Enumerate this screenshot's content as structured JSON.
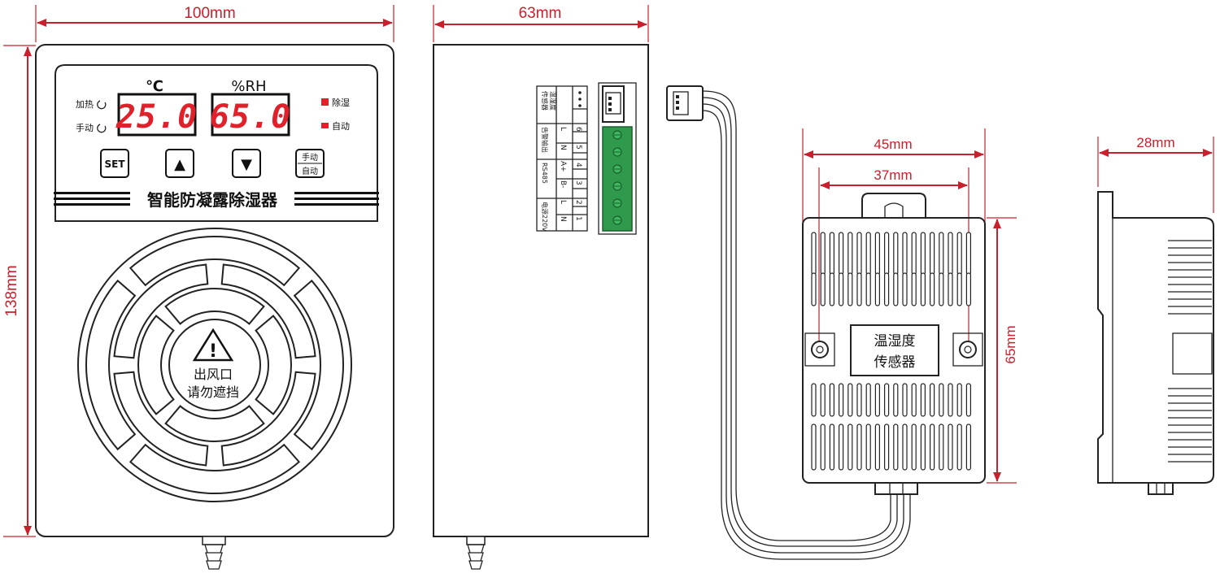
{
  "dimensions": {
    "front_width": "100mm",
    "front_height": "138mm",
    "side_width": "63mm",
    "sensor_width": "45mm",
    "sensor_hole_spacing": "37mm",
    "sensor_height": "65mm",
    "sensor_depth": "28mm"
  },
  "panel": {
    "temp_unit": "℃",
    "humidity_unit": "%RH",
    "temp_value": "25.0",
    "humidity_value": "65.0",
    "heat_label": "加热",
    "manual_label": "手动",
    "dehumidify_label": "除湿",
    "auto_label": "自动",
    "set_button": "SET",
    "up_button": "▲",
    "down_button": "▼",
    "mode_button_top": "手动",
    "mode_button_bottom": "自动",
    "product_name": "智能防凝露除湿器"
  },
  "fan": {
    "warning_symbol": "!",
    "warning_line1": "出风口",
    "warning_line2": "请勿遮挡"
  },
  "terminal_label": {
    "sensor_label_a": "温湿度",
    "sensor_label_b": "传感器",
    "terminal_numbers": [
      "6",
      "5",
      "4",
      "3",
      "2",
      "1"
    ],
    "pin_labels": [
      "L",
      "N",
      "A+",
      "B-",
      "L",
      "N"
    ],
    "group_alarm": "告警输出",
    "group_rs485": "RS485",
    "group_power": "电源220V"
  },
  "sensor": {
    "label_line1": "温湿度",
    "label_line2": "传感器"
  },
  "colors": {
    "dimension": "#c8202c",
    "lcd_digits": "#e0202a",
    "terminal_green": "#2f9a4c",
    "outline": "#222222"
  }
}
